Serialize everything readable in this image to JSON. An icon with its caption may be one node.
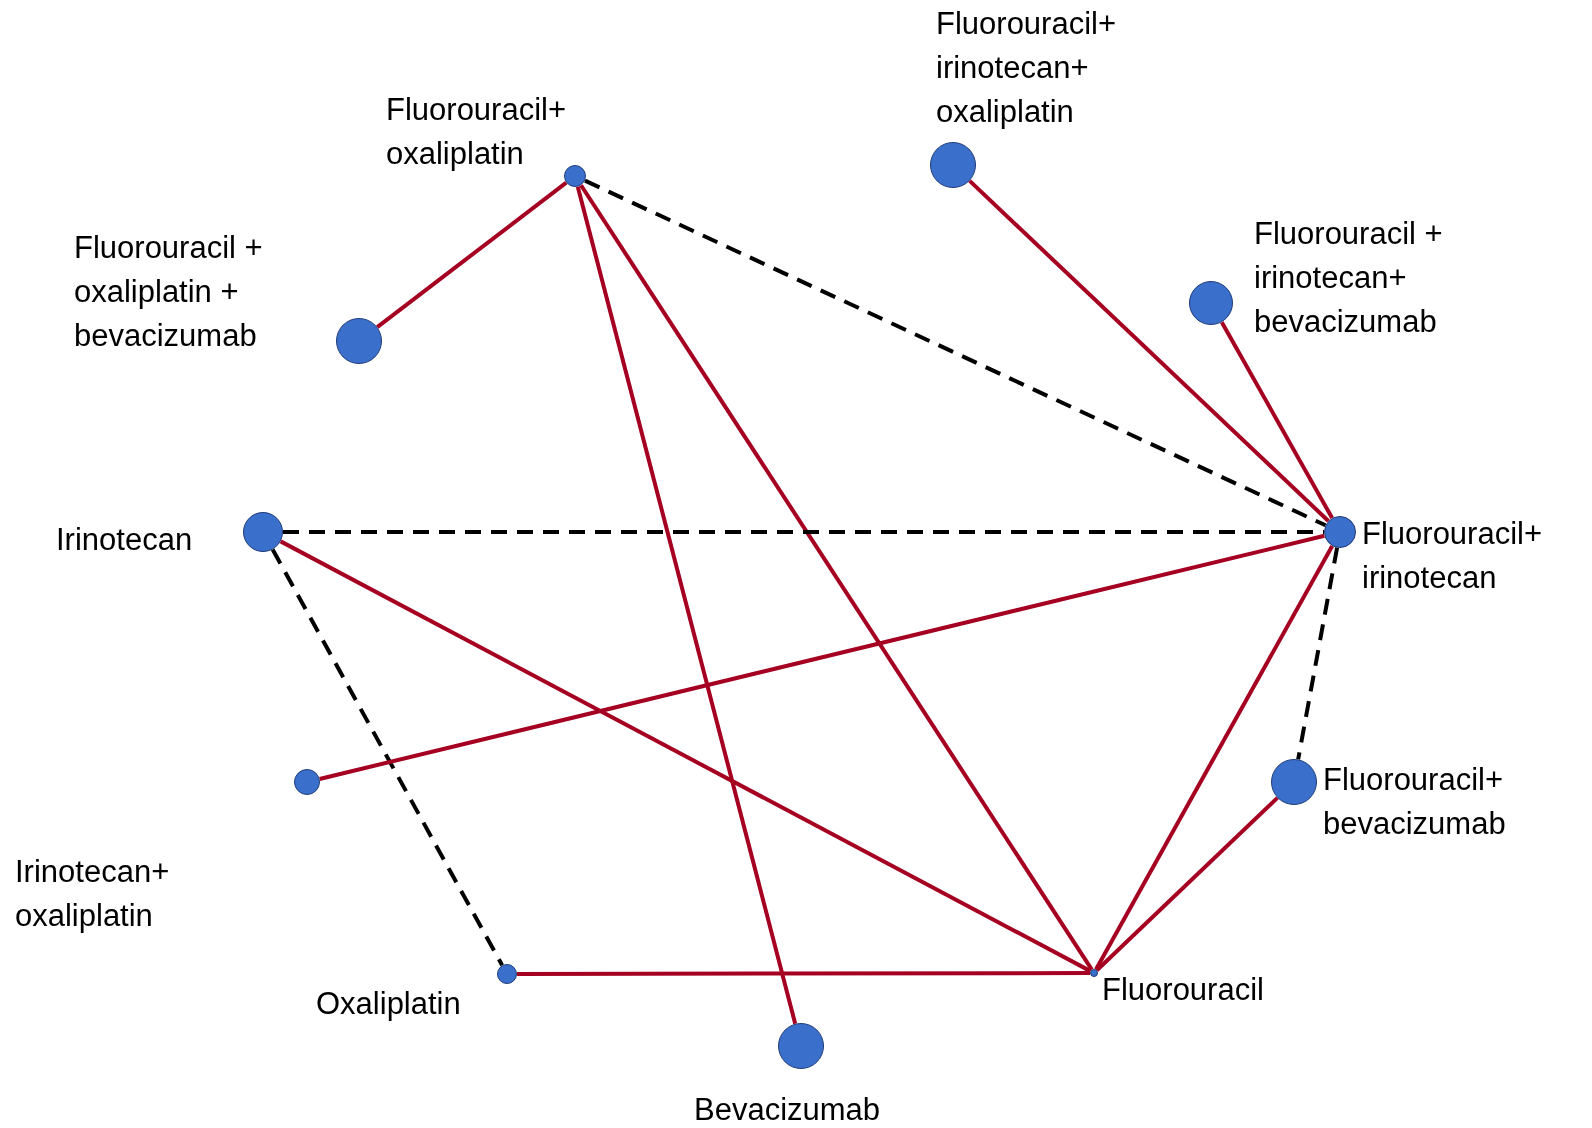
{
  "diagram": {
    "nodes": [
      {
        "text": [],
        "shape": "circle",
        "beside": [
          "Fluorouracil+ oxaliplatin"
        ]
      },
      {
        "text": [],
        "shape": "circle",
        "beside": [
          "Fluorouracil + oxaliplatin + bevacizumab"
        ]
      },
      {
        "text": [],
        "shape": "circle",
        "beside": [
          "Fluorouracil+ irinotecan+ oxaliplatin"
        ]
      },
      {
        "text": [],
        "shape": "circle",
        "beside": [
          "Fluorouracil + irinotecan+ bevacizumab"
        ]
      },
      {
        "text": [],
        "shape": "circle",
        "beside": [
          "Irinotecan"
        ]
      },
      {
        "text": [],
        "shape": "circle",
        "beside": [
          "Fluorouracil+ irinotecan"
        ]
      },
      {
        "text": [],
        "shape": "circle"
      },
      {
        "text": [],
        "shape": "circle",
        "beside": [
          "Oxaliplatin"
        ]
      },
      {
        "text": [],
        "shape": "circle",
        "beside": [
          "Bevacizumab"
        ]
      },
      {
        "text": [],
        "shape": "circle",
        "beside": [
          "Fluorouracil"
        ]
      },
      {
        "text": [],
        "shape": "circle",
        "beside": [
          "Fluorouracil+ bevacizumab"
        ]
      }
    ],
    "edges": [
      {
        "from": 0,
        "to": 1,
        "arrow": "none"
      },
      {
        "from": 0,
        "to": 8,
        "arrow": "none"
      },
      {
        "from": 0,
        "to": 9,
        "arrow": "none"
      },
      {
        "from": 0,
        "to": 5,
        "arrow": "none",
        "style": "dashed",
        "color": "#000000"
      },
      {
        "from": 2,
        "to": 5,
        "arrow": "none"
      },
      {
        "from": 3,
        "to": 5,
        "arrow": "none"
      },
      {
        "from": 4,
        "to": 5,
        "arrow": "none",
        "style": "dashed",
        "color": "#000000"
      },
      {
        "from": 4,
        "to": 9,
        "arrow": "none"
      },
      {
        "from": 4,
        "to": 7,
        "arrow": "none",
        "style": "dashed",
        "color": "#000000"
      },
      {
        "from": 5,
        "to": 6,
        "arrow": "none"
      },
      {
        "from": 5,
        "to": 9,
        "arrow": "none"
      },
      {
        "from": 5,
        "to": 10,
        "arrow": "none",
        "style": "dashed",
        "color": "#000000"
      },
      {
        "from": 9,
        "to": 10,
        "arrow": "none"
      },
      {
        "from": 7,
        "to": 9,
        "arrow": "none"
      }
    ],
    "labels": [
      "Irinotecan+ oxaliplatin"
    ]
  }
}
